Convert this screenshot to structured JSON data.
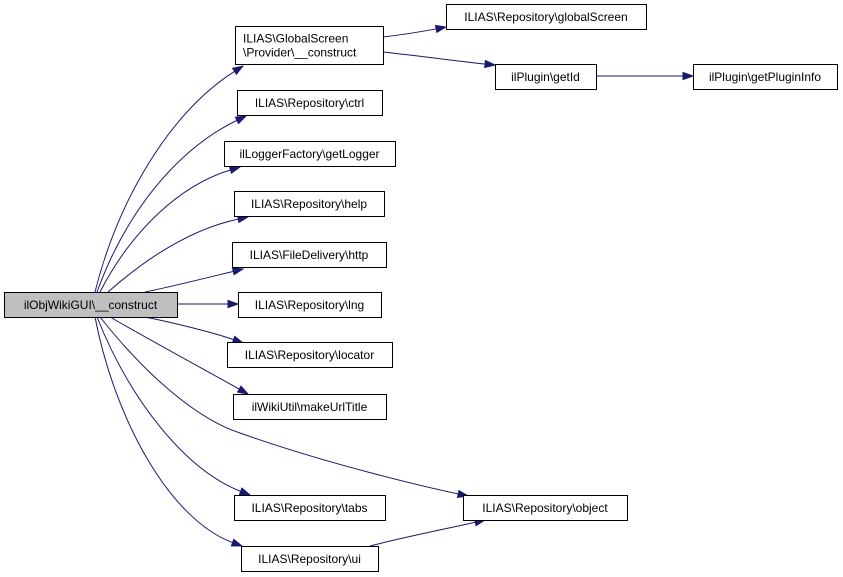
{
  "diagram": {
    "type": "call-graph",
    "colors": {
      "edge": "#191970",
      "root_fill": "#bfbfbf",
      "node_fill": "#ffffff",
      "node_border": "#000000"
    },
    "root": "n0",
    "nodes": [
      {
        "id": "n0",
        "lines": [
          "ilObjWikiGUI\\__construct"
        ],
        "root": true
      },
      {
        "id": "n1",
        "lines": [
          "ILIAS\\GlobalScreen",
          "\\Provider\\__construct"
        ]
      },
      {
        "id": "n2",
        "lines": [
          "ILIAS\\Repository\\globalScreen"
        ]
      },
      {
        "id": "n3",
        "lines": [
          "ilPlugin\\getId"
        ]
      },
      {
        "id": "n4",
        "lines": [
          "ilPlugin\\getPluginInfo"
        ]
      },
      {
        "id": "n5",
        "lines": [
          "ILIAS\\Repository\\ctrl"
        ]
      },
      {
        "id": "n6",
        "lines": [
          "ilLoggerFactory\\getLogger"
        ]
      },
      {
        "id": "n7",
        "lines": [
          "ILIAS\\Repository\\help"
        ]
      },
      {
        "id": "n8",
        "lines": [
          "ILIAS\\FileDelivery\\http"
        ]
      },
      {
        "id": "n9",
        "lines": [
          "ILIAS\\Repository\\lng"
        ]
      },
      {
        "id": "n10",
        "lines": [
          "ILIAS\\Repository\\locator"
        ]
      },
      {
        "id": "n11",
        "lines": [
          "ilWikiUtil\\makeUrlTitle"
        ]
      },
      {
        "id": "n12",
        "lines": [
          "ILIAS\\Repository\\object"
        ]
      },
      {
        "id": "n13",
        "lines": [
          "ILIAS\\Repository\\tabs"
        ]
      },
      {
        "id": "n14",
        "lines": [
          "ILIAS\\Repository\\ui"
        ]
      }
    ],
    "edges": [
      {
        "from": "n0",
        "to": "n1"
      },
      {
        "from": "n0",
        "to": "n5"
      },
      {
        "from": "n0",
        "to": "n6"
      },
      {
        "from": "n0",
        "to": "n7"
      },
      {
        "from": "n0",
        "to": "n8"
      },
      {
        "from": "n0",
        "to": "n9"
      },
      {
        "from": "n0",
        "to": "n10"
      },
      {
        "from": "n0",
        "to": "n11"
      },
      {
        "from": "n0",
        "to": "n12"
      },
      {
        "from": "n0",
        "to": "n13"
      },
      {
        "from": "n0",
        "to": "n14"
      },
      {
        "from": "n1",
        "to": "n2"
      },
      {
        "from": "n1",
        "to": "n3"
      },
      {
        "from": "n3",
        "to": "n4"
      },
      {
        "from": "n14",
        "to": "n12"
      }
    ]
  }
}
